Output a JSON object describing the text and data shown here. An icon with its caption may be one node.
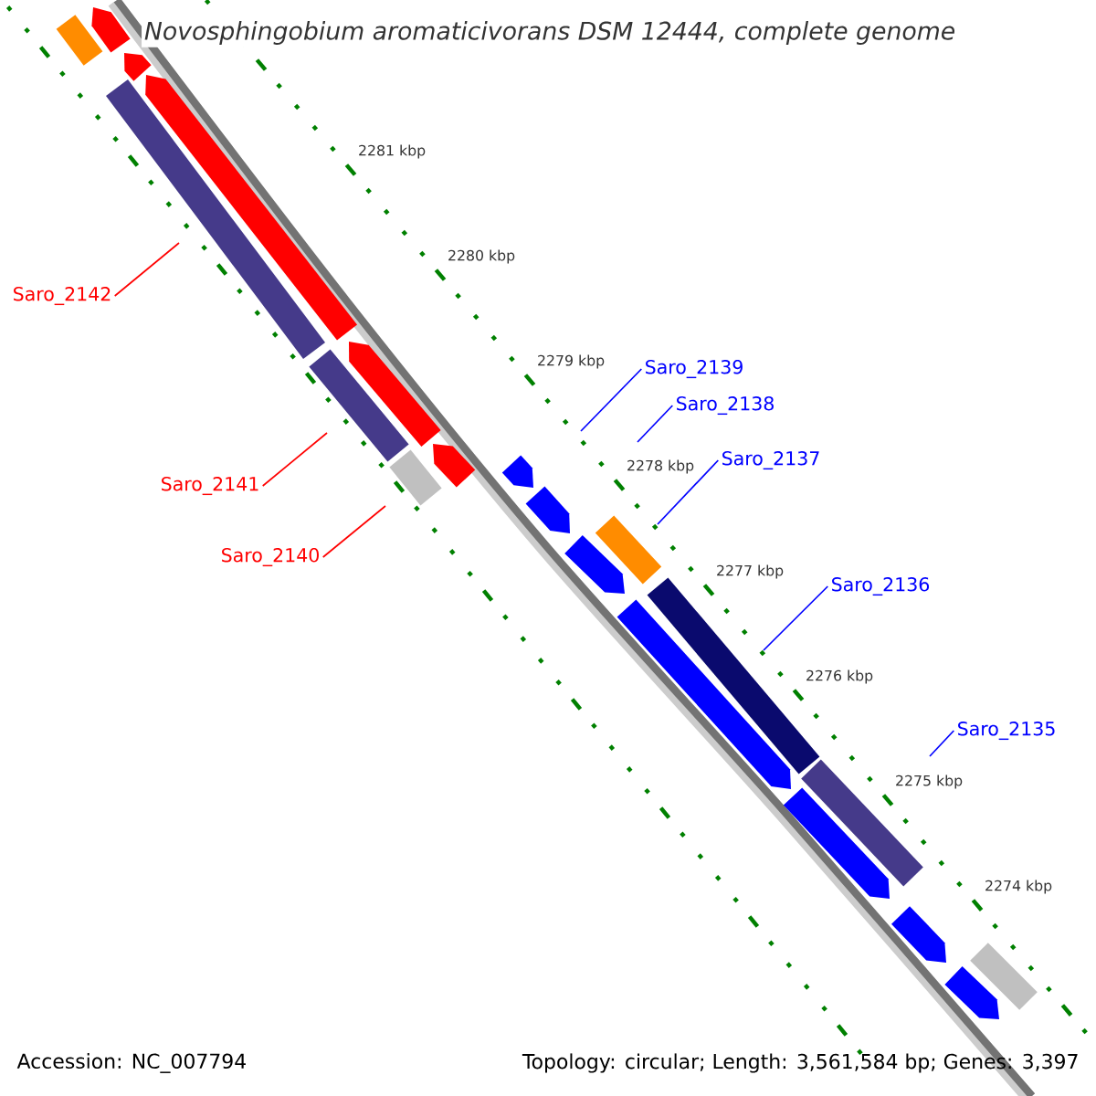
{
  "diagram": {
    "title": "Novosphingobium aromaticivorans DSM 12444, complete genome",
    "nodes": [
      {
        "text": [
          "Saro_2142"
        ]
      },
      {
        "text": [
          "Saro_2139"
        ]
      },
      {
        "text": [
          "Saro_2138"
        ]
      },
      {
        "text": [
          "Saro_2137"
        ]
      },
      {
        "text": [
          "Saro_2141"
        ]
      },
      {
        "text": [
          "Saro_2140"
        ]
      },
      {
        "text": [
          "Saro_2136"
        ]
      },
      {
        "text": [
          "Saro_2135"
        ]
      }
    ],
    "edges": [
      {
        "from": 0,
        "to": null,
        "arrow": "none",
        "color": "#ff0000"
      },
      {
        "from": 1,
        "to": null,
        "arrow": "none"
      },
      {
        "from": 2,
        "to": null,
        "arrow": "none"
      },
      {
        "from": 3,
        "to": null,
        "arrow": "none"
      },
      {
        "from": 4,
        "to": null,
        "arrow": "none",
        "color": "#ff0000"
      },
      {
        "from": 5,
        "to": null,
        "arrow": "none",
        "color": "#ff0000"
      },
      {
        "from": 6,
        "to": null,
        "arrow": "none"
      },
      {
        "from": 7,
        "to": null,
        "arrow": "none"
      }
    ],
    "labels": [
      "2281 kbp",
      "2280 kbp",
      "2279 kbp",
      "2278 kbp",
      "2277 kbp",
      "2276 kbp",
      "2275 kbp",
      "2274 kbp",
      "Accession: NC_007794",
      "Topology: circular; Length: 3,561,584 bp; Genes: 3,397"
    ]
  }
}
